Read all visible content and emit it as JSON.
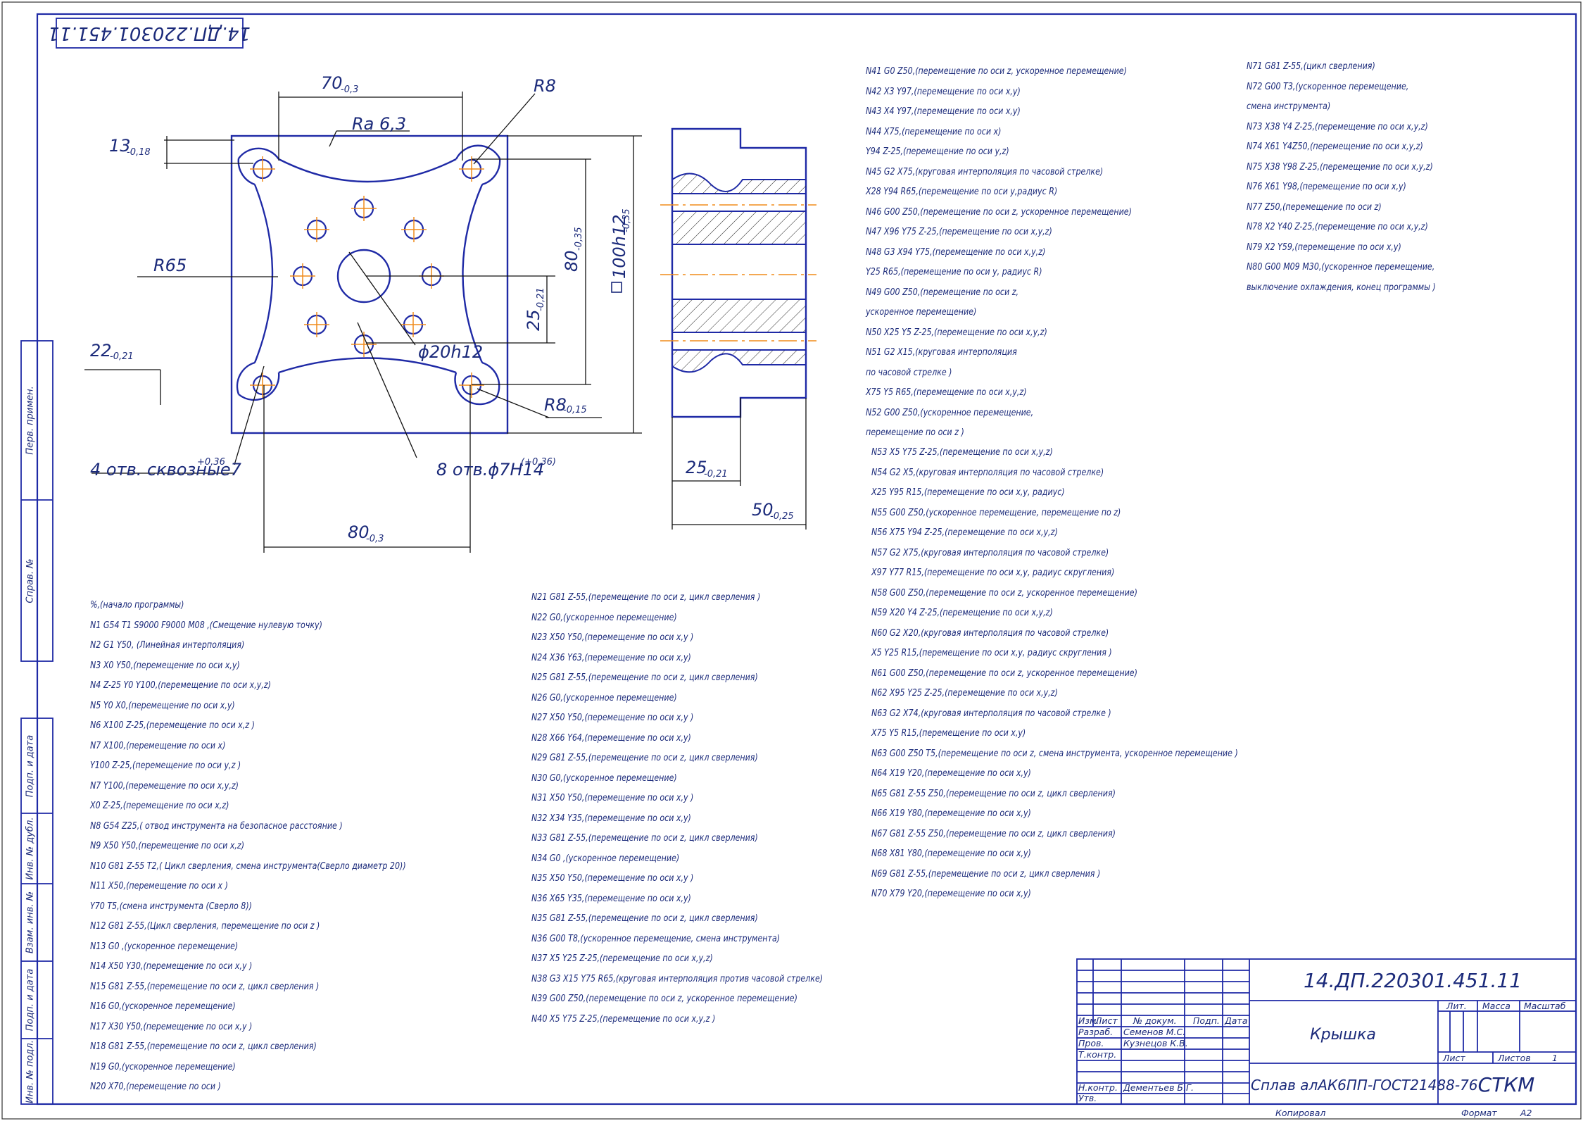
{
  "doc_number_rotated": "14.ДП.220301.451.11",
  "drawing": {
    "dims": {
      "w70": "70",
      "w70_tol": "-0,3",
      "r8_top": "R8",
      "ra": "Ra 6,3",
      "d13": "13",
      "d13_tol": "-0,18",
      "r65": "R65",
      "d80v": "80",
      "d80v_tol": "-0,35",
      "d100": "100h12",
      "d100_tol": "-0,35",
      "d25v": "25",
      "d25v_tol": "-0,21",
      "phi20": "ϕ20h12",
      "d22": "22",
      "d22_tol": "-0,21",
      "r8_bot": "R8",
      "r8_bot_tol": "-0,15",
      "holes4": "4 отв. сквозные7",
      "holes4_tol": "+0,36",
      "holes8": "8 отв.ϕ7H14",
      "holes8_tol": "(+0,36)",
      "d80h": "80",
      "d80h_tol": "-0,3",
      "side25": "25",
      "side25_tol": "-0,21",
      "side50": "50",
      "side50_tol": "-0,25"
    }
  },
  "program": {
    "col1": [
      "%,(начало программы)",
      "N1  G54  T1 S9000 F9000 M08 ,(Смещение нулевую точку)",
      "N2 G1  Y50,  (Линейная интерполяция)",
      "N3 X0 Y50,(перемещение по оси х,у)",
      "N4 Z-25 Y0 Y100,(перемещение по оси х,у,z)",
      "N5 Y0 X0,(перемещение по оси х,у)",
      "N6 X100    Z-25,(перемещение по оси х,z )",
      "N7 X100,(перемещение по оси х)",
      "Y100   Z-25,(перемещение по оси у,z )",
      "N7 Y100,(перемещение по оси х,у,z)",
      "X0 Z-25,(перемещение по оси х,z)",
      "N8 G54  Z25,( отвод инструмента на безопасное расстояние )",
      "N9 X50 Y50,(перемещение по оси х,z)",
      "N10 G81 Z-55 T2,( Цикл сверления, смена инструмента(Сверло диаметр 20))",
      "N11 X50,(перемещение по оси х )",
      "Y70   T5,(смена инструмента (Сверло 8))",
      "N12 G81   Z-55,(Цикл сверления, перемещение по оси z )",
      "N13 G0 ,(ускоренное перемещение)",
      "N14   X50   Y30,(перемещение по оси х,у )",
      "N15 G81 Z-55,(перемещение по оси z, цикл сверления )",
      "N16 G0,(ускоренное перемещение)",
      "N17 X30 Y50,(перемещение по оси х,у )",
      "N18 G81 Z-55,(перемещение по оси z, цикл сверления)",
      "N19 G0,(ускоренное перемещение)",
      "N20 X70,(перемещение по оси )"
    ],
    "col2": [
      "N21 G81 Z-55,(перемещение по оси z, цикл сверления )",
      "N22 G0,(ускоренное перемещение)",
      "N23 X50   Y50,(перемещение по оси х,у )",
      "N24  X36  Y63,(перемещение по оси х,у)",
      "N25 G81 Z-55,(перемещение по оси z, цикл сверления)",
      "N26   G0,(ускоренное перемещение)",
      "N27 X50 Y50,(перемещение по оси х,у )",
      "N28  X66   Y64,(перемещение по оси х,у)",
      "N29 G81 Z-55,(перемещение по оси z, цикл сверления)",
      "N30 G0,(ускоренное перемещение)",
      "N31 X50   Y50,(перемещение по оси х,у )",
      "N32  X34  Y35,(перемещение по оси х,у)",
      "N33 G81 Z-55,(перемещение по оси z, цикл сверления)",
      "N34  G0 ,(ускоренное перемещение)",
      "N35 X50   Y50,(перемещение по оси х,у )",
      "N36 X65 Y35,(перемещение по оси х,у)",
      "N35 G81 Z-55,(перемещение по оси z, цикл сверления)",
      "N36 G00    T8,(ускоренное перемещение, смена инструмента)",
      "N37 X5 Y25   Z-25,(перемещение по оси х,у,z)",
      "N38 G3 X15 Y75  R65,(круговая интерполяция против часовой стрелке)",
      "N39 G00 Z50,(перемещение по оси z, ускоренное перемещение)",
      "N40 X5 Y75 Z-25,(перемещение по оси   х,у,z )"
    ],
    "col3a": [
      "N41 G0 Z50,(перемещение по оси z, ускоренное перемещение)",
      "N42   X3  Y97,(перемещение по оси х,у)",
      "N43 X4  Y97,(перемещение по оси х,у)",
      "N44   X75,(перемещение по оси х)",
      "Y94  Z-25,(перемещение по оси у,z)",
      "N45 G2 X75,(круговая интерполяция по часовой стрелке)",
      "X28 Y94   R65,(перемещение по оси у,радиус R)",
      "N46 G00   Z50,(перемещение по оси z, ускоренное перемещение)",
      "N47 X96 Y75   Z-25,(перемещение по оси х,у,z)",
      "N48 G3 X94  Y75,(перемещение по оси х,у,z)",
      "Y25 R65,(перемещение по оси у, радиус R)",
      "N49 G00  Z50,(перемещение по оси z,",
      "ускоренное перемещение)",
      "N50 X25 Y5 Z-25,(перемещение по оси х,у,z)",
      "N51 G2 X15,(круговая интерполяция",
      "по часовой стрелке )",
      "X75 Y5 R65,(перемещение по оси х,у,z)",
      "N52  G00 Z50,(ускоренное перемещение,",
      " перемещение по оси z )"
    ],
    "col3b": [
      "N53 X5 Y75   Z-25,(перемещение по оси х,у,z)",
      "N54 G2 X5,(круговая интерполяция по часовой стрелке)",
      "X25 Y95 R15,(перемещение по оси х,у, радиус)",
      "N55 G00 Z50,(ускоренное перемещение, перемещение по z)",
      "N56 X75 Y94  Z-25,(перемещение по оси х,у,z)",
      "N57 G2 X75,(круговая интерполяция по часовой стрелке)",
      "X97  Y77  R15,(перемещение по оси х,у, радиус скругления)",
      "N58 G00 Z50,(перемещение по оси z, ускоренное перемещение)",
      "N59 X20  Y4  Z-25,(перемещение по оси х,у,z)",
      "N60 G2 X20,(круговая интерполяция по часовой стрелке)",
      "X5 Y25 R15,(перемещение по оси х,у, радиус скругления )",
      "N61 G00  Z50,(перемещение по оси z, ускоренное перемещение)",
      "N62  X95  Y25   Z-25,(перемещение по оси х,у,z)",
      "N63 G2 X74,(круговая интерполяция по часовой стрелке )",
      "X75  Y5  R15,(перемещение по оси х,у)",
      "N63  G00  Z50  T5,(перемещение по оси z, смена инструмента, ускоренное перемещение )",
      "N64    X19    Y20,(перемещение по оси х,у)",
      "N65 G81 Z-55    Z50,(перемещение по оси z, цикл сверления)",
      "N66   X19  Y80,(перемещение по оси х,у)",
      "N67 G81 Z-55 Z50,(перемещение по оси z, цикл сверления)",
      "N68  X81  Y80,(перемещение по оси х,у)",
      "N69   G81  Z-55,(перемещение по оси z, цикл сверления )",
      "N70  X79  Y20,(перемещение по оси х,у)"
    ],
    "col4": [
      "N71 G81 Z-55,(цикл сверления)",
      "N72  G00   T3,(ускоренное перемещение,",
      "смена инструмента)",
      "N73 X38  Y4  Z-25,(перемещение по оси х,у,z)",
      "N74   X61  Y4Z50,(перемещение по оси х,у,z)",
      "N75 X38  Y98  Z-25,(перемещение по оси х,у,z)",
      "N76 X61 Y98,(перемещение по оси х,у)",
      "N77 Z50,(перемещение по оси z)",
      "N78 X2  Y40  Z-25,(перемещение по оси х,у,z)",
      "N79   X2  Y59,(перемещение по оси х,у)",
      "N80 G00  M09  M30,(ускоренное перемещение,",
      "выключение охлаждения, конец программы )"
    ]
  },
  "margin_stamps": {
    "perv_primen": "Перв. примен.",
    "sprav_no": "Справ. №",
    "podp_data1": "Подп. и дата",
    "inv_dubl": "Инв. № дубл.",
    "vzam_inv": "Взам. инв. №",
    "podp_data2": "Подп. и дата",
    "inv_podl": "Инв. № подл."
  },
  "title_block": {
    "doc_number": "14.ДП.220301.451.11",
    "part_name": "Крышка",
    "material": "Сплав алАК6ПП-ГОСТ21488-76",
    "org": "СТКМ",
    "col_izm": "Изм.",
    "col_list": "Лист",
    "col_doc": "№ докум.",
    "col_podp": "Подп.",
    "col_data": "Дата",
    "razrab_label": "Разраб.",
    "razrab_name": "Семенов М.С.",
    "prov_label": "Пров.",
    "prov_name": "Кузнецов К.В.",
    "tkontr_label": "Т.контр.",
    "nkontr_label": "Н.контр.",
    "nkontr_name": "Дементьев Б.Г.",
    "utv_label": "Утв.",
    "lit": "Лит.",
    "massa": "Масса",
    "masshtab": "Масштаб",
    "list": "Лист",
    "listov": "Листов",
    "listov_val": "1",
    "kopiroval": "Копировал",
    "format": "Формат",
    "format_val": "А2"
  }
}
